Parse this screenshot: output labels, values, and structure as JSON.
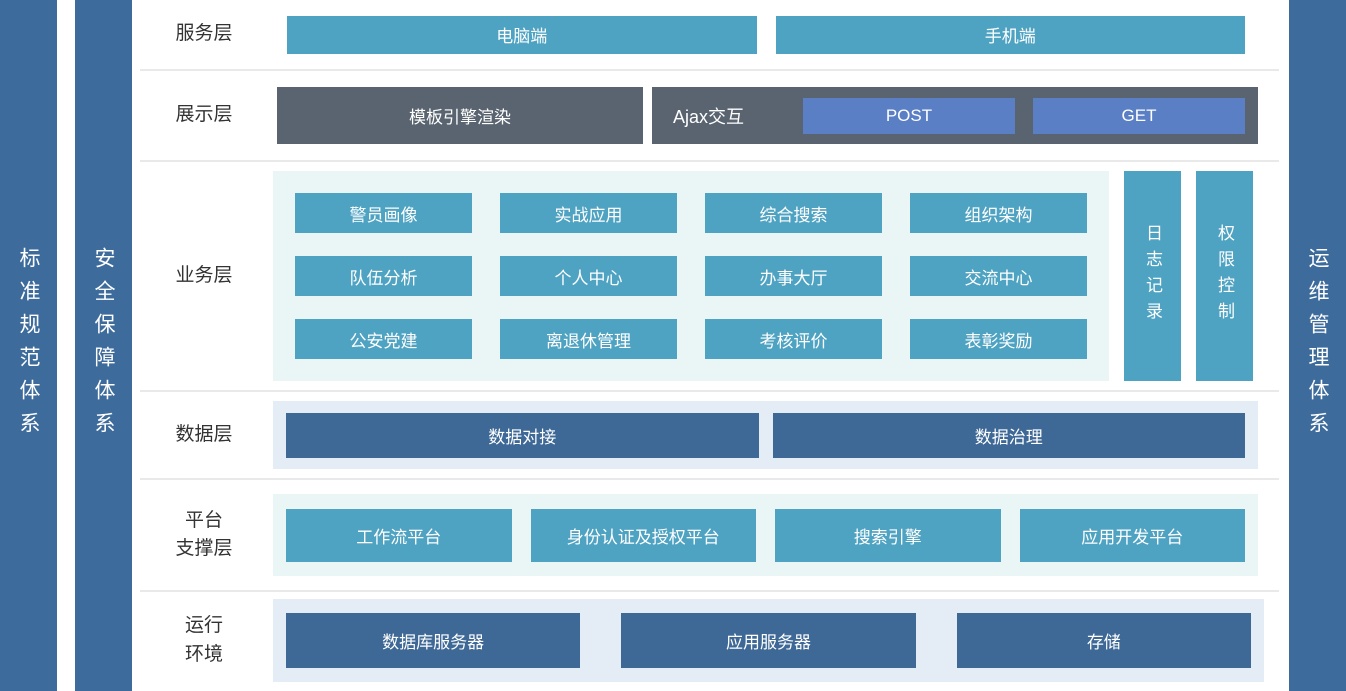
{
  "sidebars": {
    "standards": "标准规范体系",
    "security": "安全保障体系",
    "operations": "运维管理体系"
  },
  "service_layer": {
    "label": "服务层",
    "items": [
      "电脑端",
      "手机端"
    ]
  },
  "presentation_layer": {
    "label": "展示层",
    "template_engine": "模板引擎渲染",
    "ajax_label": "Ajax交互",
    "methods": [
      "POST",
      "GET"
    ]
  },
  "business_layer": {
    "label": "业务层",
    "modules": [
      "警员画像",
      "实战应用",
      "综合搜索",
      "组织架构",
      "队伍分析",
      "个人中心",
      "办事大厅",
      "交流中心",
      "公安党建",
      "离退休管理",
      "考核评价",
      "表彰奖励"
    ],
    "vertical_modules": [
      "日志记录",
      "权限控制"
    ]
  },
  "data_layer": {
    "label": "数据层",
    "items": [
      "数据对接",
      "数据治理"
    ]
  },
  "platform_layer": {
    "label": "平台\n支撑层",
    "items": [
      "工作流平台",
      "身份认证及授权平台",
      "搜索引擎",
      "应用开发平台"
    ]
  },
  "runtime_layer": {
    "label": "运行\n环境",
    "items": [
      "数据库服务器",
      "应用服务器",
      "存储"
    ]
  },
  "colors": {
    "sidebar_blue": "#3d6b9c",
    "teal": "#4fa3c2",
    "dark_blue": "#3e6896",
    "dark_gray": "#5a6470",
    "accent_blue": "#5a7fc4",
    "panel_teal": "#eaf5f6",
    "panel_blue": "#e4ecf5",
    "line": "#e9e9e9"
  }
}
